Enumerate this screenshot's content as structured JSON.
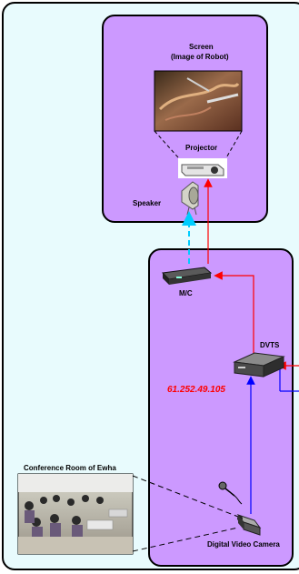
{
  "labels": {
    "screen": "Screen",
    "screen_sub": "(Image of Robot)",
    "projector": "Projector",
    "speaker": "Speaker",
    "mc": "M/C",
    "dvts": "DVTS",
    "ip": "61.252.49.105",
    "conference": "Conference Room of Ewha",
    "camera": "Digital Video Camera"
  },
  "icons": {
    "screen": "surgical-robot-image",
    "projector": "projector-icon",
    "speaker": "speaker-icon",
    "mc": "media-converter-icon",
    "dvts": "dvts-box-icon",
    "microphone": "microphone-icon",
    "camera": "video-camera-icon",
    "conference": "conference-room-photo"
  },
  "colors": {
    "room_fill": "#cc99ff",
    "background": "#e8fbfd",
    "red_link": "#ff0000",
    "blue_link": "#0000ff",
    "audio_link": "#00ccff"
  }
}
